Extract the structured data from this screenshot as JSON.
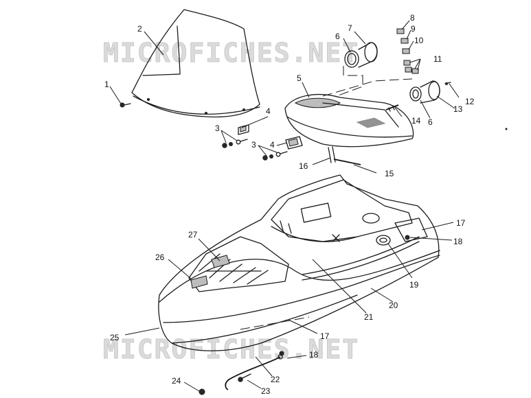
{
  "watermark": {
    "text_top": "MICROFICHES.NET",
    "text_bottom": "MICROFICHES.NET"
  },
  "callouts": [
    {
      "id": "c1",
      "label": "1"
    },
    {
      "id": "c2",
      "label": "2"
    },
    {
      "id": "c3a",
      "label": "3"
    },
    {
      "id": "c3b",
      "label": "3"
    },
    {
      "id": "c4a",
      "label": "4"
    },
    {
      "id": "c4b",
      "label": "4"
    },
    {
      "id": "c5",
      "label": "5"
    },
    {
      "id": "c6a",
      "label": "6"
    },
    {
      "id": "c6b",
      "label": "6"
    },
    {
      "id": "c7",
      "label": "7"
    },
    {
      "id": "c8",
      "label": "8"
    },
    {
      "id": "c9",
      "label": "9"
    },
    {
      "id": "c10",
      "label": "10"
    },
    {
      "id": "c11",
      "label": "11"
    },
    {
      "id": "c12",
      "label": "12"
    },
    {
      "id": "c13",
      "label": "13"
    },
    {
      "id": "c14",
      "label": "14"
    },
    {
      "id": "c15",
      "label": "15"
    },
    {
      "id": "c16",
      "label": "16"
    },
    {
      "id": "c17a",
      "label": "17"
    },
    {
      "id": "c17b",
      "label": "17"
    },
    {
      "id": "c18a",
      "label": "18"
    },
    {
      "id": "c18b",
      "label": "18"
    },
    {
      "id": "c19",
      "label": "19"
    },
    {
      "id": "c20",
      "label": "20"
    },
    {
      "id": "c21",
      "label": "21"
    },
    {
      "id": "c22",
      "label": "22"
    },
    {
      "id": "c23",
      "label": "23"
    },
    {
      "id": "c24",
      "label": "24"
    },
    {
      "id": "c25",
      "label": "25"
    },
    {
      "id": "c26",
      "label": "26"
    },
    {
      "id": "c27",
      "label": "27"
    }
  ]
}
